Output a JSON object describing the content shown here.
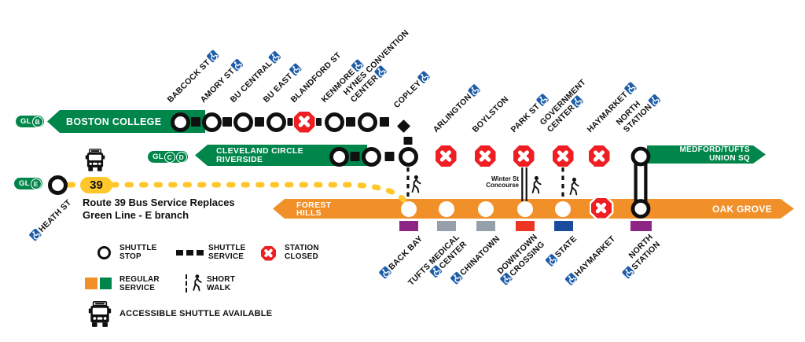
{
  "colors": {
    "green_line": "#00854A",
    "orange_line": "#F18F29",
    "bus_yellow": "#FFC72C",
    "closed_red": "#EE1E23",
    "accessible_blue": "#1D5DA8",
    "commuter_purple": "#8E2685",
    "silver_gray": "#96A0AA",
    "red_line": "#EE3524",
    "blue_line": "#1B4C9C",
    "ink": "#101010"
  },
  "map": {
    "glb": {
      "label": "GL",
      "branch": "B",
      "dest": "BOSTON COLLEGE"
    },
    "glcd": {
      "label": "GL",
      "branch1": "C",
      "branch2": "D",
      "dest": "CLEVELAND CIRCLE\nRIVERSIDE"
    },
    "gle": {
      "label": "GL",
      "branch": "E",
      "route_badge": "39",
      "note": "Route 39 Bus Service Replaces\nGreen Line - E branch",
      "heath": "HEATH ST"
    },
    "medford_dest": "MEDFORD/TUFTS\nUNION SQ",
    "forest_hills": "FOREST\nHILLS",
    "oak_grove": "OAK GROVE",
    "winter_st": "Winter St\nConcourse",
    "top_stations": [
      {
        "line1": "BABCOCK ST",
        "accessible": true,
        "status": "shuttle-stop"
      },
      {
        "line1": "AMORY ST",
        "accessible": true,
        "status": "shuttle-stop"
      },
      {
        "line1": "BU CENTRAL",
        "accessible": true,
        "status": "shuttle-stop"
      },
      {
        "line1": "BU EAST",
        "accessible": true,
        "status": "shuttle-stop"
      },
      {
        "line1": "BLANDFORD ST",
        "accessible": false,
        "status": "closed"
      },
      {
        "line1": "KENMORE",
        "accessible": true,
        "status": "shuttle-stop"
      },
      {
        "line1": "HYNES CONVENTION",
        "line2": "CENTER",
        "accessible": true,
        "status": "shuttle-stop"
      },
      {
        "line1": "COPLEY",
        "accessible": true,
        "status": "shuttle-stop"
      },
      {
        "line1": "ARLINGTON",
        "accessible": true,
        "status": "closed"
      },
      {
        "line1": "BOYLSTON",
        "accessible": false,
        "status": "closed"
      },
      {
        "line1": "PARK ST",
        "accessible": true,
        "status": "closed"
      },
      {
        "line1": "GOVERNMENT",
        "line2": "CENTER",
        "accessible": true,
        "status": "closed"
      },
      {
        "line1": "HAYMARKET",
        "accessible": true,
        "status": "closed"
      },
      {
        "line1": "NORTH",
        "line2": "STATION",
        "accessible": true,
        "status": "open"
      }
    ],
    "bottom_stations": [
      {
        "line1": "BACK BAY",
        "accessible": true,
        "status": "open"
      },
      {
        "line1": "TUFTS MEDICAL",
        "line2": "CENTER",
        "accessible": true,
        "status": "open"
      },
      {
        "line1": "CHINATOWN",
        "accessible": true,
        "status": "open"
      },
      {
        "line1": "DOWNTOWN",
        "line2": "CROSSING",
        "accessible": true,
        "status": "open"
      },
      {
        "line1": "STATE",
        "accessible": true,
        "status": "open"
      },
      {
        "line1": "HAYMARKET",
        "accessible": true,
        "status": "closed"
      },
      {
        "line1": "NORTH",
        "line2": "STATION",
        "accessible": true,
        "status": "open"
      }
    ]
  },
  "legend": {
    "shuttle_stop": "SHUTTLE\nSTOP",
    "shuttle_service": "SHUTTLE\nSERVICE",
    "station_closed": "STATION\nCLOSED",
    "regular_service": "REGULAR\nSERVICE",
    "short_walk": "SHORT\nWALK",
    "accessible_shuttle": "ACCESSIBLE SHUTTLE AVAILABLE"
  }
}
